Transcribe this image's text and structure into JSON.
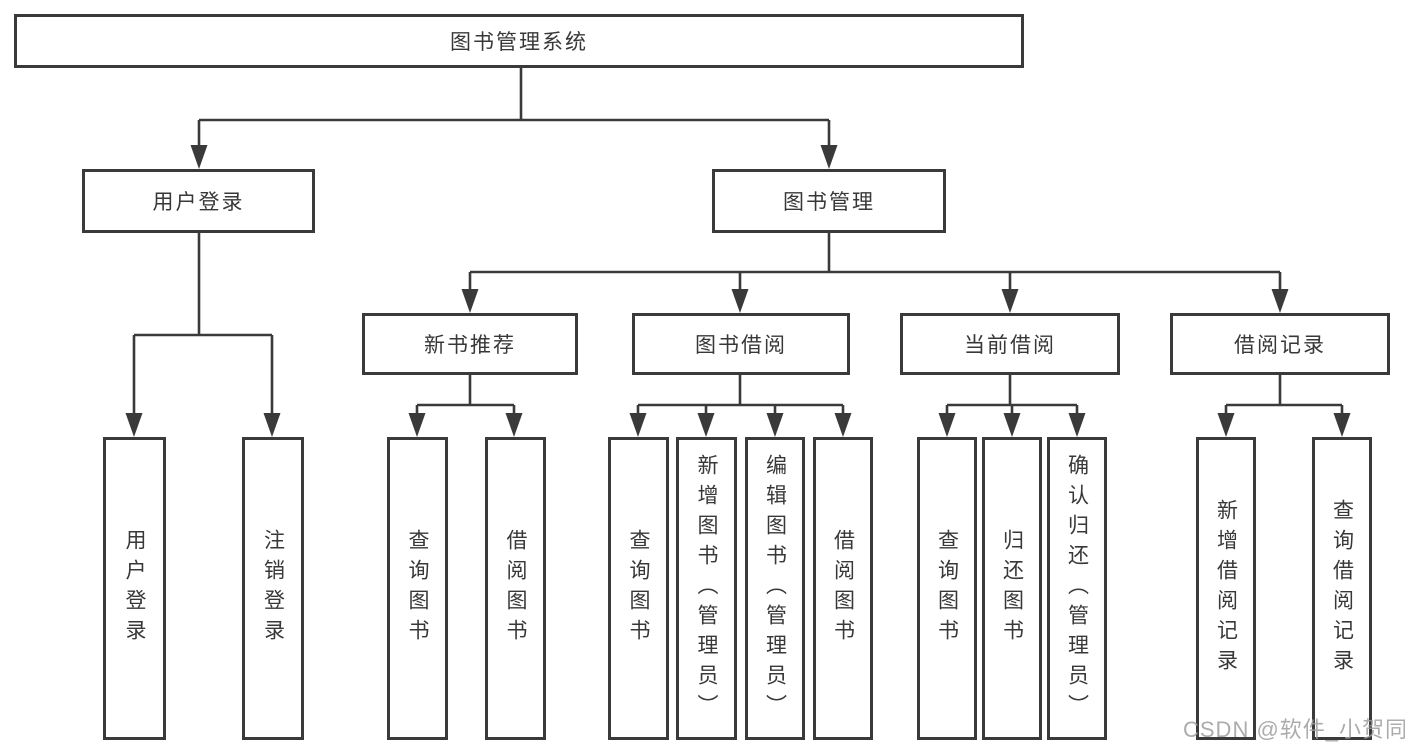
{
  "diagram_title": "图书管理系统",
  "watermark": "CSDN @软件_小贺同学",
  "colors": {
    "line_and_border": "#3a3a3a",
    "text": "#383838",
    "background": "#ffffff",
    "watermark_text": "#9e9e9e"
  },
  "tree": {
    "root": {
      "label": "图书管理系统"
    },
    "branches": [
      {
        "label": "用户登录",
        "leaves": [
          "用户登录",
          "注销登录"
        ]
      },
      {
        "label": "图书管理",
        "groups": [
          {
            "label": "新书推荐",
            "leaves": [
              "查询图书",
              "借阅图书"
            ]
          },
          {
            "label": "图书借阅",
            "leaves": [
              "查询图书",
              "新增图书（管理员）",
              "编辑图书（管理员）",
              "借阅图书"
            ]
          },
          {
            "label": "当前借阅",
            "leaves": [
              "查询图书",
              "归还图书",
              "确认归还（管理员）"
            ]
          },
          {
            "label": "借阅记录",
            "leaves": [
              "新增借阅记录",
              "查询借阅记录"
            ]
          }
        ]
      }
    ]
  }
}
